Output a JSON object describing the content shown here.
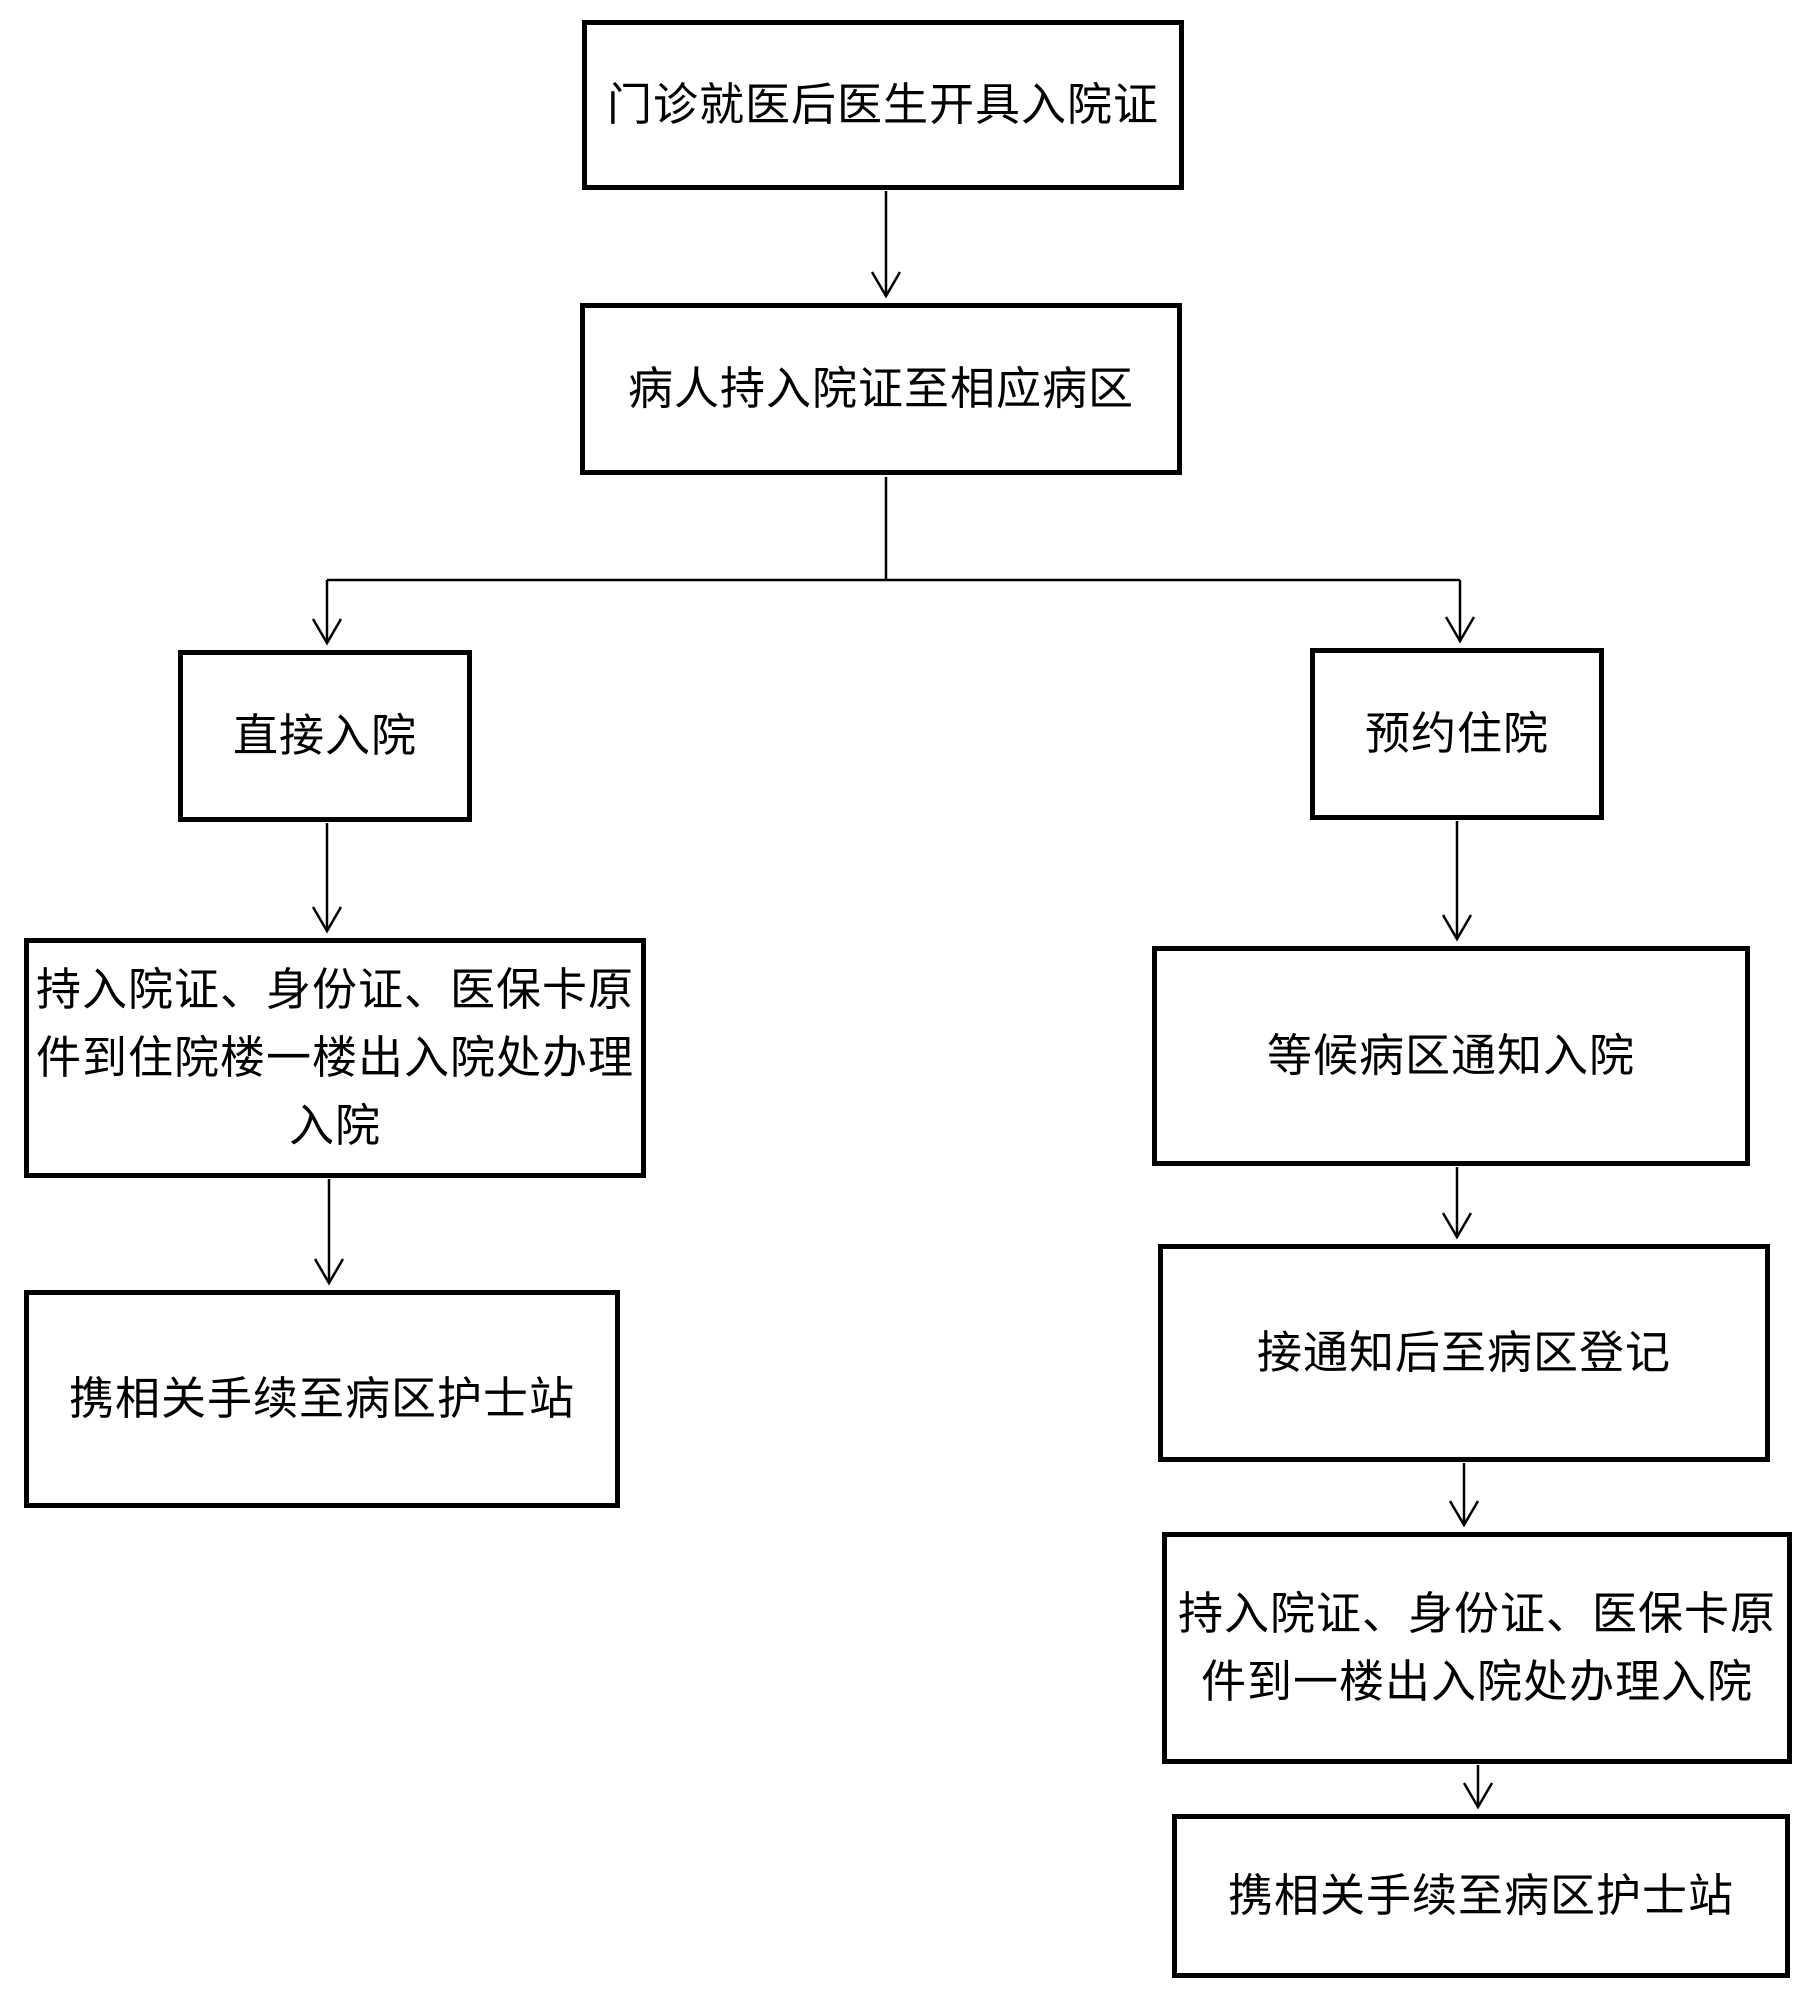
{
  "diagram": {
    "kind": "flowchart",
    "language": "zh-CN",
    "colors": {
      "background": "#ffffff",
      "box_fill": "#ffffff",
      "box_border": "#000000",
      "line": "#000000",
      "text": "#000000"
    },
    "nodes": {
      "outpatient_cert": {
        "lines": [
          "门诊就医后医生开具入院证"
        ]
      },
      "to_ward": {
        "lines": [
          "病人持入院证至相应病区"
        ]
      },
      "direct_admit": {
        "lines": [
          "直接入院"
        ]
      },
      "reserve_admit": {
        "lines": [
          "预约住院"
        ]
      },
      "direct_process": {
        "lines": [
          "持入院证、身份证、医保卡原",
          "件到住院楼一楼出入院处办理",
          "入院"
        ]
      },
      "direct_nurse": {
        "lines": [
          "携相关手续至病区护士站"
        ]
      },
      "wait_notice": {
        "lines": [
          "等候病区通知入院"
        ]
      },
      "ward_register": {
        "lines": [
          "接通知后至病区登记"
        ]
      },
      "reserve_process": {
        "lines": [
          "持入院证、身份证、医保卡原",
          "件到一楼出入院处办理入院"
        ]
      },
      "reserve_nurse": {
        "lines": [
          "携相关手续至病区护士站"
        ]
      }
    },
    "edges": [
      {
        "from": "outpatient_cert",
        "to": "to_ward"
      },
      {
        "from": "to_ward",
        "to": "direct_admit"
      },
      {
        "from": "to_ward",
        "to": "reserve_admit"
      },
      {
        "from": "direct_admit",
        "to": "direct_process"
      },
      {
        "from": "direct_process",
        "to": "direct_nurse"
      },
      {
        "from": "reserve_admit",
        "to": "wait_notice"
      },
      {
        "from": "wait_notice",
        "to": "ward_register"
      },
      {
        "from": "ward_register",
        "to": "reserve_process"
      },
      {
        "from": "reserve_process",
        "to": "reserve_nurse"
      }
    ]
  }
}
